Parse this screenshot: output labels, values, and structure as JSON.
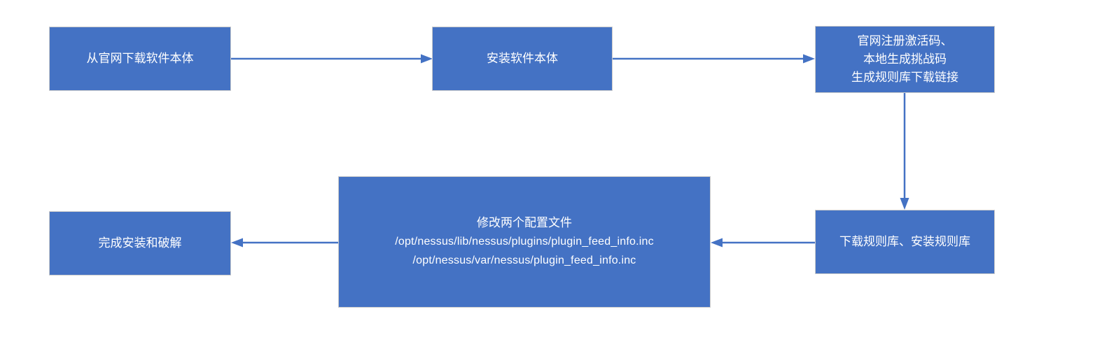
{
  "diagram": {
    "type": "flowchart",
    "background_color": "#FFFFFF",
    "node_fill_color": "#4472C4",
    "node_border_color": "#CBCBCB",
    "node_text_color": "#FFFFFF",
    "arrow_color": "#4472C4",
    "nodes": [
      {
        "id": "download-software",
        "lines": [
          "从官网下载软件本体"
        ]
      },
      {
        "id": "install-software",
        "lines": [
          "安装软件本体"
        ]
      },
      {
        "id": "register-activation",
        "lines": [
          "官网注册激活码、",
          "本地生成挑战码",
          "生成规则库下载链接"
        ]
      },
      {
        "id": "download-rules",
        "lines": [
          "下载规则库、安装规则库"
        ]
      },
      {
        "id": "modify-config",
        "lines": [
          "修改两个配置文件",
          "/opt/nessus/lib/nessus/plugins/plugin_feed_info.inc",
          "/opt/nessus/var/nessus/plugin_feed_info.inc"
        ]
      },
      {
        "id": "finish-install",
        "lines": [
          "完成安装和破解"
        ]
      }
    ],
    "edges": [
      {
        "from": "download-software",
        "to": "install-software",
        "direction": "right"
      },
      {
        "from": "install-software",
        "to": "register-activation",
        "direction": "right"
      },
      {
        "from": "register-activation",
        "to": "download-rules",
        "direction": "down"
      },
      {
        "from": "download-rules",
        "to": "modify-config",
        "direction": "left"
      },
      {
        "from": "modify-config",
        "to": "finish-install",
        "direction": "left"
      }
    ]
  }
}
